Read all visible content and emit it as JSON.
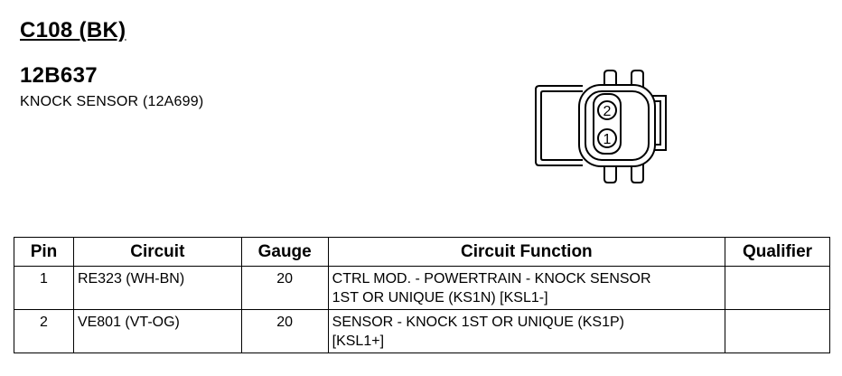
{
  "header": {
    "connector_id": "C108 (BK)",
    "part_number": "12B637",
    "description": "KNOCK SENSOR (12A699)"
  },
  "diagram": {
    "cavity_labels": [
      "2",
      "1"
    ]
  },
  "table": {
    "headers": {
      "pin": "Pin",
      "circuit": "Circuit",
      "gauge": "Gauge",
      "function": "Circuit Function",
      "qualifier": "Qualifier"
    },
    "rows": [
      {
        "pin": "1",
        "circuit": "RE323 (WH-BN)",
        "gauge": "20",
        "function_lines": [
          "CTRL MOD. - POWERTRAIN - KNOCK SENSOR",
          "1ST OR UNIQUE (KS1N) [KSL1-]"
        ],
        "qualifier": ""
      },
      {
        "pin": "2",
        "circuit": "VE801 (VT-OG)",
        "gauge": "20",
        "function_lines": [
          "SENSOR - KNOCK 1ST OR UNIQUE (KS1P)",
          "[KSL1+]"
        ],
        "qualifier": ""
      }
    ]
  }
}
